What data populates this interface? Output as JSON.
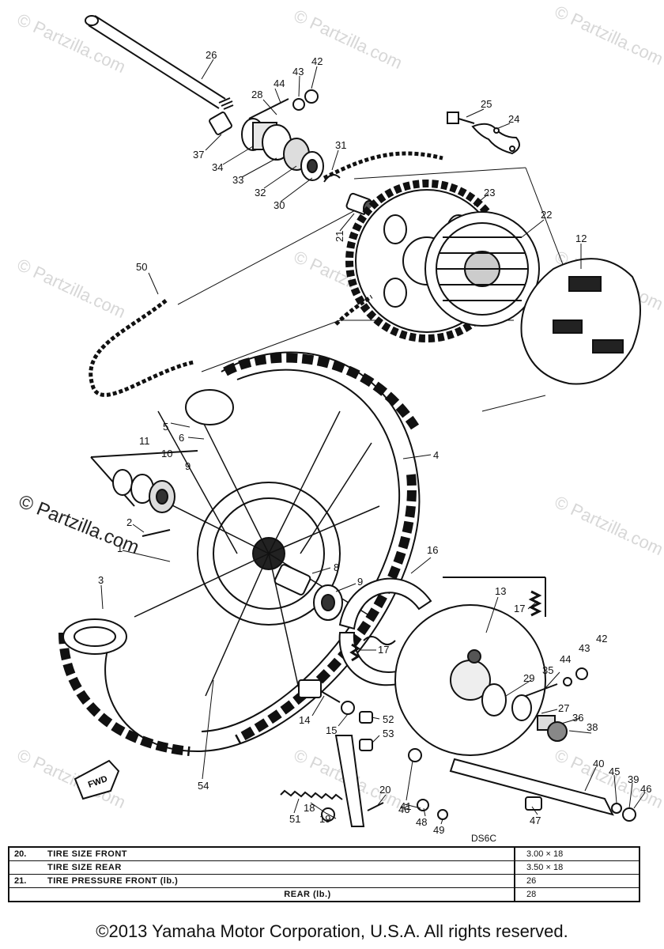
{
  "watermarks": [
    "© Partzilla.com"
  ],
  "diagram": {
    "callouts": [
      "26",
      "44",
      "43",
      "42",
      "28",
      "25",
      "24",
      "37",
      "34",
      "33",
      "32",
      "30",
      "31",
      "21",
      "23",
      "22",
      "12",
      "50",
      "4",
      "5",
      "6",
      "11",
      "10",
      "9",
      "2",
      "1",
      "8",
      "9",
      "16",
      "3",
      "13",
      "17",
      "17",
      "29",
      "35",
      "27",
      "44",
      "43",
      "42",
      "36",
      "38",
      "14",
      "15",
      "52",
      "53",
      "20",
      "41",
      "46",
      "48",
      "49",
      "47",
      "40",
      "45",
      "39",
      "46",
      "51",
      "18",
      "19",
      "54"
    ],
    "fwd_label": "FWD"
  },
  "model_code": "DS6C",
  "spec_table": {
    "rows": [
      {
        "num": "20.",
        "label": "TIRE SIZE FRONT",
        "value": "3.00 × 18"
      },
      {
        "num": "",
        "label": "TIRE SIZE REAR",
        "value": "3.50 × 18"
      },
      {
        "num": "21.",
        "label": "TIRE PRESSURE FRONT (lb.)",
        "value": "26"
      },
      {
        "num": "",
        "label": "REAR (lb.)",
        "value": "28"
      }
    ]
  },
  "copyright": "©2013 Yamaha Motor Corporation, U.S.A. All rights reserved."
}
